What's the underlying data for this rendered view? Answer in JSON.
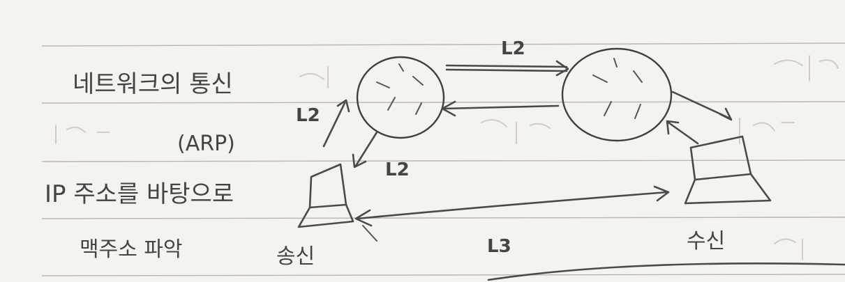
{
  "notes": {
    "line1": "네트워크의 통신",
    "line2": "(ARP)",
    "line3": "IP 주소를 바탕으로",
    "line4": "맥주소 파악"
  },
  "nodes": {
    "sender_label": "송신",
    "receiver_label": "수신"
  },
  "links": {
    "l2_top": "L2",
    "l2_left": "L2",
    "l2_lower": "L2",
    "l3_bottom": "L3"
  }
}
